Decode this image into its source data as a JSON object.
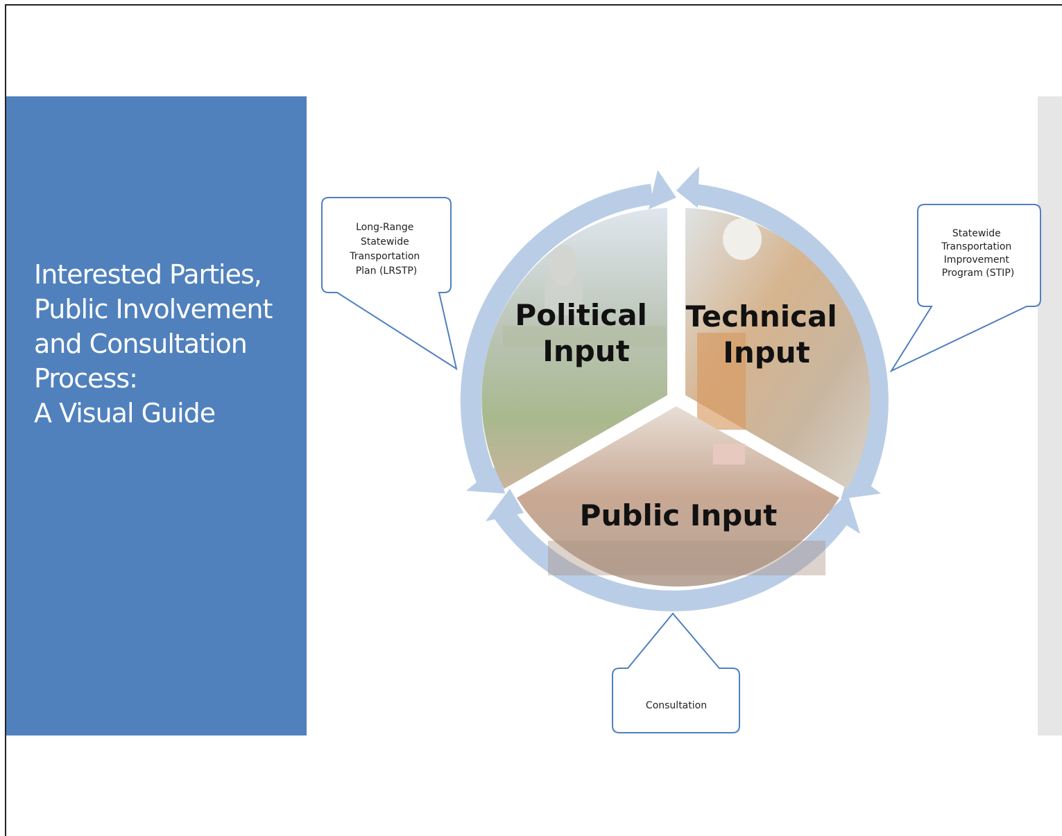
{
  "title": {
    "lines": [
      "Interested Parties,",
      "Public Involvement",
      "and Consultation",
      "Process:",
      "A Visual Guide"
    ]
  },
  "segments": {
    "political": [
      "Political",
      "Input"
    ],
    "technical": [
      "Technical",
      "Input"
    ],
    "public": [
      "Public Input"
    ]
  },
  "callouts": {
    "lrstp": [
      "Long-Range",
      "Statewide",
      "Transportation",
      "Plan (LRSTP)"
    ],
    "stip": [
      "Statewide",
      "Transportation",
      "Improvement",
      "Program (STIP)"
    ],
    "consultation": [
      "Consultation"
    ]
  },
  "colors": {
    "title_panel": "#5081bd",
    "cycle_arrow": "#b9cde6",
    "callout_border": "#4f7fc0",
    "political_photo": "#9fb08c",
    "technical_photo": "#c8a47c",
    "public_photo": "#b99a86"
  }
}
